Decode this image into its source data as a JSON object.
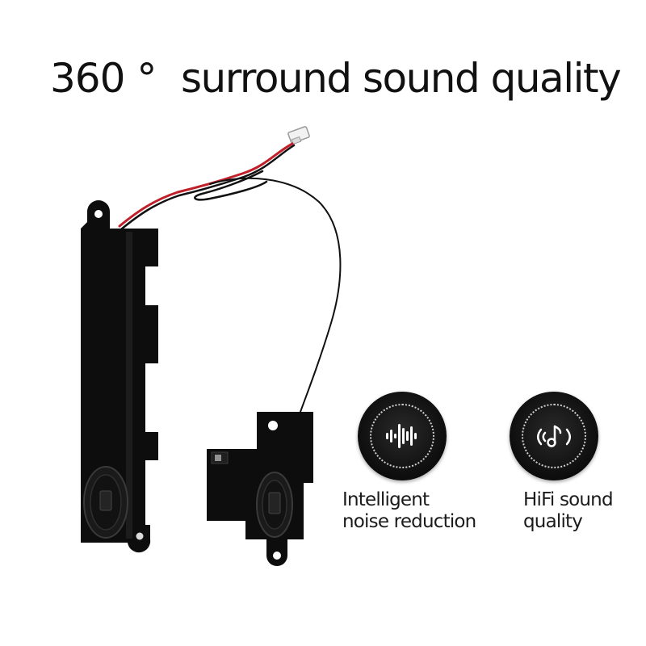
{
  "headline": {
    "degree_text": "360 °",
    "main_text": "surround sound quality"
  },
  "features": [
    {
      "icon": "waveform-icon",
      "label_line1": "Intelligent",
      "label_line2": "noise reduction"
    },
    {
      "icon": "music-note-sound-icon",
      "label_line1": "HiFi sound",
      "label_line2": "quality"
    }
  ],
  "colors": {
    "background": "#ffffff",
    "text": "#111111",
    "badge": "#111111",
    "speaker_body": "#0d0d0d",
    "wire_red": "#c0202a"
  }
}
